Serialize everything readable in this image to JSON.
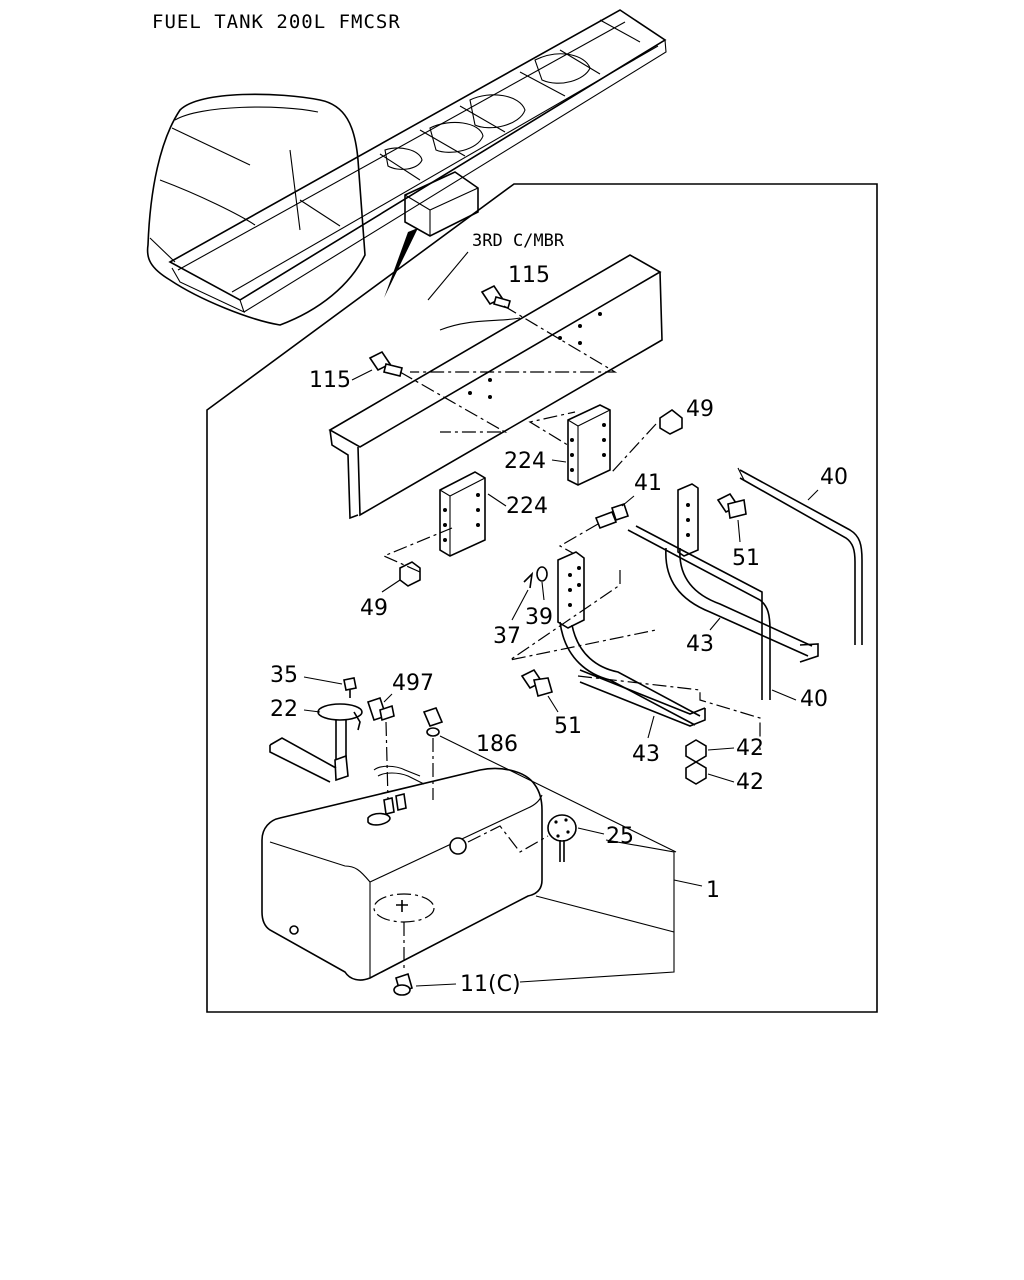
{
  "title": "FUEL TANK 200L FMCSR",
  "frame_note": "3RD C/MBR",
  "callouts": [
    {
      "id": "115a",
      "text": "115"
    },
    {
      "id": "115b",
      "text": "115"
    },
    {
      "id": "49a",
      "text": "49"
    },
    {
      "id": "224a",
      "text": "224"
    },
    {
      "id": "224b",
      "text": "224"
    },
    {
      "id": "41",
      "text": "41"
    },
    {
      "id": "40a",
      "text": "40"
    },
    {
      "id": "51a",
      "text": "51"
    },
    {
      "id": "49b",
      "text": "49"
    },
    {
      "id": "39",
      "text": "39"
    },
    {
      "id": "37",
      "text": "37"
    },
    {
      "id": "43a",
      "text": "43"
    },
    {
      "id": "35",
      "text": "35"
    },
    {
      "id": "497",
      "text": "497"
    },
    {
      "id": "22",
      "text": "22"
    },
    {
      "id": "40b",
      "text": "40"
    },
    {
      "id": "51b",
      "text": "51"
    },
    {
      "id": "186",
      "text": "186"
    },
    {
      "id": "43b",
      "text": "43"
    },
    {
      "id": "42a",
      "text": "42"
    },
    {
      "id": "42b",
      "text": "42"
    },
    {
      "id": "25",
      "text": "25"
    },
    {
      "id": "1",
      "text": "1"
    },
    {
      "id": "11c",
      "text": "11(C)"
    }
  ]
}
